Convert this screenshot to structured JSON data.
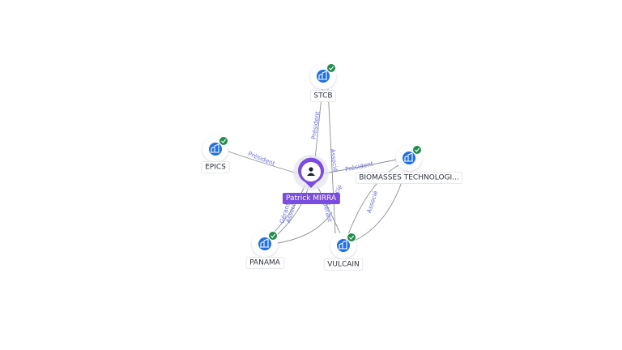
{
  "graph": {
    "center": {
      "name": "Patrick MIRRA",
      "icon": "person-icon",
      "color": "#7b4ce3"
    },
    "nodes": [
      {
        "id": "stcb",
        "label": "STCB",
        "icon": "company-building-icon",
        "verified": true
      },
      {
        "id": "epics",
        "label": "EPICS",
        "icon": "company-building-icon",
        "verified": true
      },
      {
        "id": "biomasses",
        "label": "BIOMASSES TECHNOLOGI...",
        "icon": "company-building-icon",
        "verified": true
      },
      {
        "id": "panama",
        "label": "PANAMA",
        "icon": "company-building-icon",
        "verified": true
      },
      {
        "id": "vulcain",
        "label": "VULCAIN",
        "icon": "company-building-icon",
        "verified": true
      }
    ],
    "edges": [
      {
        "from": "center",
        "to": "stcb",
        "label": "Président"
      },
      {
        "from": "center",
        "to": "epics",
        "label": "Président"
      },
      {
        "from": "center",
        "to": "biomasses",
        "label": "Président"
      },
      {
        "from": "center",
        "to": "panama",
        "label": "Gérant"
      },
      {
        "from": "center",
        "to": "panama",
        "label": "Associé"
      },
      {
        "from": "center",
        "to": "vulcain",
        "label": "Gérant"
      },
      {
        "from": "stcb",
        "to": "vulcain",
        "label": "Associé"
      },
      {
        "from": "biomasses",
        "to": "vulcain",
        "label": "Associé"
      },
      {
        "from": "biomasses",
        "to": "vulcain",
        "label": "Associé"
      },
      {
        "from": "vulcain",
        "to": "panama",
        "label": ""
      }
    ],
    "colors": {
      "company": "#1f6fe5",
      "verified": "#1e8e4a",
      "edge_label": "#6b6ff0",
      "edge": "#8a8f99"
    }
  }
}
